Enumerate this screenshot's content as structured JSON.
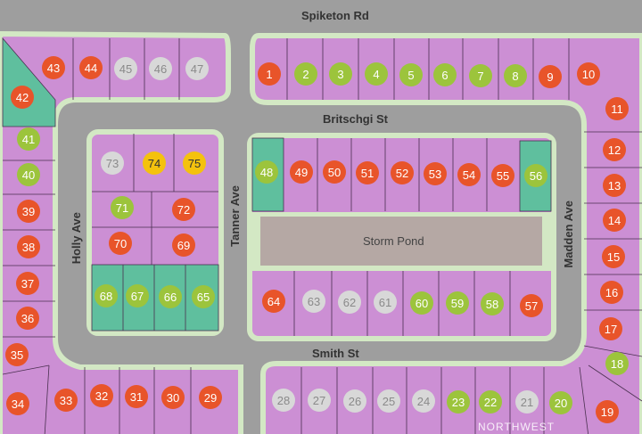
{
  "streets": {
    "spiketon": "Spiketon Rd",
    "britschgi": "Britschgi St",
    "holly": "Holly Ave",
    "tanner": "Tanner Ave",
    "madden": "Madden Ave",
    "smith": "Smith St"
  },
  "pond_label": "Storm Pond",
  "watermark": "NORTHWEST",
  "colors": {
    "lot": "#cc8fd4",
    "road": "#9e9e9e",
    "sidewalk": "#d3e8c4",
    "open_space": "#5fbf9e",
    "pond": "#b5a8a4",
    "available": "#e8542a",
    "sold": "#9cc43c",
    "unavailable": "#d8d8d8",
    "pending": "#f4c20d"
  },
  "lots": [
    {
      "n": "1",
      "s": "available"
    },
    {
      "n": "2",
      "s": "sold"
    },
    {
      "n": "3",
      "s": "sold"
    },
    {
      "n": "4",
      "s": "sold"
    },
    {
      "n": "5",
      "s": "sold"
    },
    {
      "n": "6",
      "s": "sold"
    },
    {
      "n": "7",
      "s": "sold"
    },
    {
      "n": "8",
      "s": "sold"
    },
    {
      "n": "9",
      "s": "available"
    },
    {
      "n": "10",
      "s": "available"
    },
    {
      "n": "11",
      "s": "available"
    },
    {
      "n": "12",
      "s": "available"
    },
    {
      "n": "13",
      "s": "available"
    },
    {
      "n": "14",
      "s": "available"
    },
    {
      "n": "15",
      "s": "available"
    },
    {
      "n": "16",
      "s": "available"
    },
    {
      "n": "17",
      "s": "available"
    },
    {
      "n": "18",
      "s": "sold"
    },
    {
      "n": "19",
      "s": "available"
    },
    {
      "n": "20",
      "s": "sold"
    },
    {
      "n": "21",
      "s": "unavailable"
    },
    {
      "n": "22",
      "s": "sold"
    },
    {
      "n": "23",
      "s": "sold"
    },
    {
      "n": "24",
      "s": "unavailable"
    },
    {
      "n": "25",
      "s": "unavailable"
    },
    {
      "n": "26",
      "s": "unavailable"
    },
    {
      "n": "27",
      "s": "unavailable"
    },
    {
      "n": "28",
      "s": "unavailable"
    },
    {
      "n": "29",
      "s": "available"
    },
    {
      "n": "30",
      "s": "available"
    },
    {
      "n": "31",
      "s": "available"
    },
    {
      "n": "32",
      "s": "available"
    },
    {
      "n": "33",
      "s": "available"
    },
    {
      "n": "34",
      "s": "available"
    },
    {
      "n": "35",
      "s": "available"
    },
    {
      "n": "36",
      "s": "available"
    },
    {
      "n": "37",
      "s": "available"
    },
    {
      "n": "38",
      "s": "available"
    },
    {
      "n": "39",
      "s": "available"
    },
    {
      "n": "40",
      "s": "sold"
    },
    {
      "n": "41",
      "s": "sold"
    },
    {
      "n": "42",
      "s": "available"
    },
    {
      "n": "43",
      "s": "available"
    },
    {
      "n": "44",
      "s": "available"
    },
    {
      "n": "45",
      "s": "unavailable"
    },
    {
      "n": "46",
      "s": "unavailable"
    },
    {
      "n": "47",
      "s": "unavailable"
    },
    {
      "n": "48",
      "s": "sold"
    },
    {
      "n": "49",
      "s": "available"
    },
    {
      "n": "50",
      "s": "available"
    },
    {
      "n": "51",
      "s": "available"
    },
    {
      "n": "52",
      "s": "available"
    },
    {
      "n": "53",
      "s": "available"
    },
    {
      "n": "54",
      "s": "available"
    },
    {
      "n": "55",
      "s": "available"
    },
    {
      "n": "56",
      "s": "sold"
    },
    {
      "n": "57",
      "s": "available"
    },
    {
      "n": "58",
      "s": "sold"
    },
    {
      "n": "59",
      "s": "sold"
    },
    {
      "n": "60",
      "s": "sold"
    },
    {
      "n": "61",
      "s": "unavailable"
    },
    {
      "n": "62",
      "s": "unavailable"
    },
    {
      "n": "63",
      "s": "unavailable"
    },
    {
      "n": "64",
      "s": "available"
    },
    {
      "n": "65",
      "s": "sold"
    },
    {
      "n": "66",
      "s": "sold"
    },
    {
      "n": "67",
      "s": "sold"
    },
    {
      "n": "68",
      "s": "sold"
    },
    {
      "n": "69",
      "s": "available"
    },
    {
      "n": "70",
      "s": "available"
    },
    {
      "n": "71",
      "s": "sold"
    },
    {
      "n": "72",
      "s": "available"
    },
    {
      "n": "73",
      "s": "unavailable"
    },
    {
      "n": "74",
      "s": "pending"
    },
    {
      "n": "75",
      "s": "pending"
    }
  ]
}
